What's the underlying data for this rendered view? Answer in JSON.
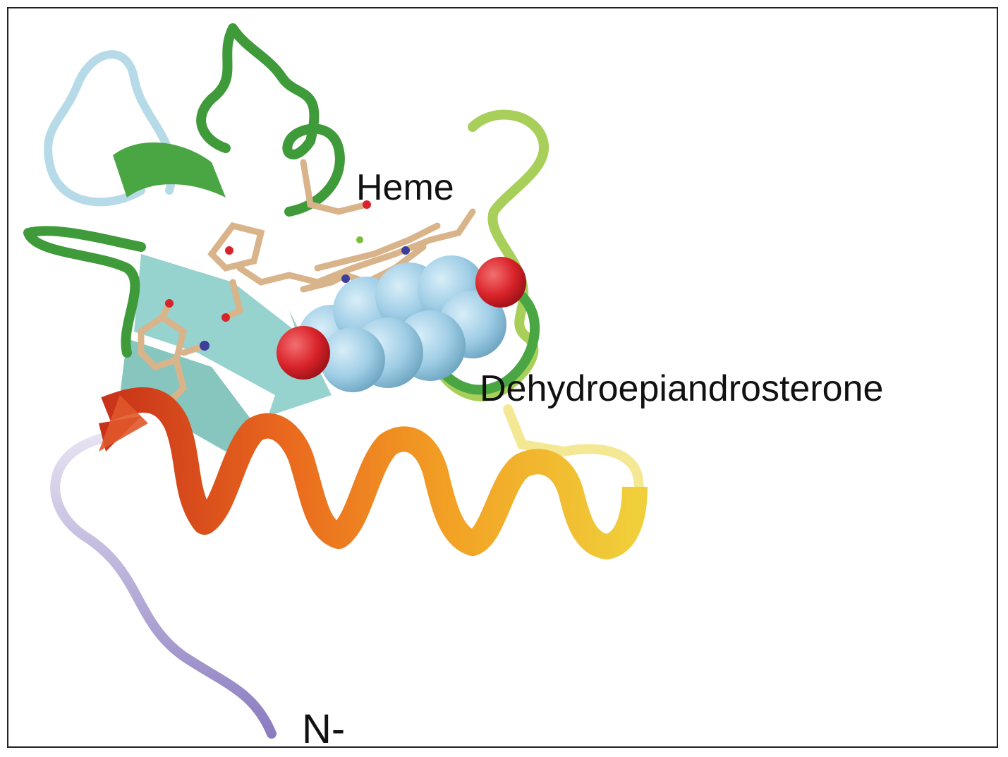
{
  "labels": {
    "heme": "Heme",
    "ligand": "Dehydroepiandrosterone",
    "n_terminus": "N-"
  },
  "colors": {
    "background": "#ffffff",
    "frame": "#222222",
    "helix_red": "#d3401a",
    "helix_orange": "#f08a1c",
    "helix_yellow": "#f2c531",
    "sheet_cyan": "#7cc7c2",
    "loop_green": "#3f9a3a",
    "loop_lightgreen": "#a8cf5a",
    "loop_lightblue": "#a9d3e3",
    "tail_lavender": "#a99bd0",
    "heme_tan": "#d9b48a",
    "ligand_blue": "#9fcde6",
    "oxygen_red": "#d9232a"
  }
}
